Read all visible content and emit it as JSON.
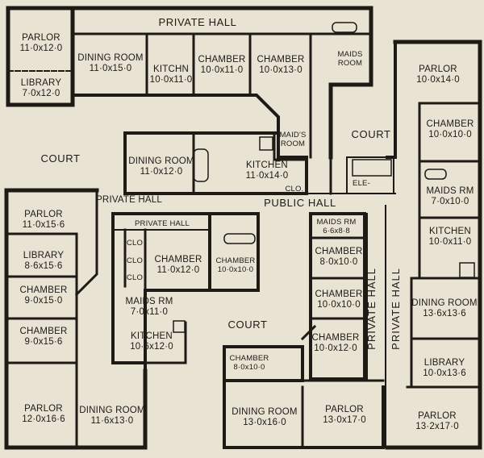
{
  "colors": {
    "paper": "#e9e3d3",
    "wall": "#1e1a16"
  },
  "labels": {
    "private_hall_top": "PRIVATE HALL",
    "parlor_tl": "PARLOR\n11·0x12·0",
    "library_tl": "LIBRARY\n7·0x12·0",
    "dining_top": "DINING ROOM\n11·0x15·0",
    "kitchen_top": "KITCHN\n10·0x11·0",
    "chamber_top1": "CHAMBER\n10·0x11·0",
    "chamber_top2": "CHAMBER\n10·0x13·0",
    "maids_room_top": "MAIDS\nROOM",
    "parlor_tr": "PARLOR\n10·0x14·0",
    "chamber_r1": "CHAMBER\n10·0x10·0",
    "maids_rm_r": "MAIDS RM\n7·0x10·0",
    "kitchen_r": "KITCHEN\n10·0x11·0",
    "court_left": "COURT",
    "court_right": "COURT",
    "dining_mid": "DINING ROOM\n11·0x12·0",
    "kitchen_mid": "KITCHEN\n11·0x14·0",
    "maids_room_mid": "MAID'S\nROOM",
    "clo_mid": "CLO.",
    "ele": "ELE-",
    "private_hall_l": "PRIVATE HALL",
    "public_hall": "PUBLIC HALL",
    "parlor_l": "PARLOR\n11·0x15·6",
    "library_l": "LIBRARY\n8·6x15·6",
    "chamber_l1": "CHAMBER\n9·0x15·0",
    "chamber_l2": "CHAMBER\n9·0x15·6",
    "private_hall_inner": "PRIVATE HALL",
    "clo1": "CLO",
    "clo2": "CLO",
    "clo3": "CLO",
    "chamber_c1": "CHAMBER\n11·0x12·0",
    "chamber_c2": "CHAMBER\n10·0x10·0",
    "maids_rm_c": "MAIDS RM\n7·0x11·0",
    "kitchen_c": "KITCHEN\n10·6x12·0",
    "court_bottom": "COURT",
    "parlor_bl": "PARLOR\n12·0x16·6",
    "dining_bl": "DINING ROOM\n11·6x13·0",
    "maids_rm_bc": "MAIDS RM\n6·6x8·8",
    "chamber_bc1": "CHAMBER\n8·0x10·0",
    "chamber_bc2": "CHAMBER\n10·0x10·0",
    "chamber_bc3": "CHAMBER\n10·0x12·0",
    "private_hall_v1": "PRIVATE HALL",
    "private_hall_v2": "PRIVATE HALL",
    "chamber_b1": "CHAMBER\n8·0x10·0",
    "dining_b": "DINING ROOM\n13·0x16·0",
    "parlor_b": "PARLOR\n13·0x17·0",
    "dining_br": "DINING ROOM\n13·6x13·6",
    "library_br": "LIBRARY\n10·0x13·6",
    "parlor_br": "PARLOR\n13·2x17·0"
  }
}
